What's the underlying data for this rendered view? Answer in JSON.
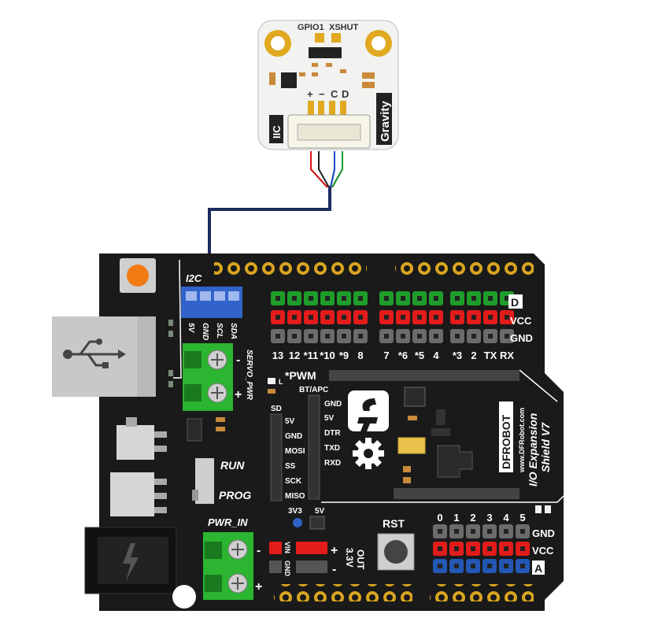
{
  "sensor": {
    "pad_gpio": "GPIO1",
    "pad_xshut": "XSHUT",
    "pin_plus": "+",
    "pin_minus": "−",
    "pin_c": "C",
    "pin_d": "D",
    "side_left": "IIC",
    "side_right": "Gravity"
  },
  "shield": {
    "i2c_title": "I2C",
    "i2c_pins": [
      "5V",
      "GND",
      "SCL",
      "SDA"
    ],
    "servo_pwr": "SERVO_PWR",
    "servo_minus": "-",
    "servo_plus": "+",
    "row_d": "D",
    "row_vcc": "VCC",
    "row_gnd": "GND",
    "digital_numbers": [
      "13",
      "12",
      "*11",
      "*10",
      "*9",
      "8",
      "7",
      "*6",
      "*5",
      "4",
      "*3",
      "2",
      "TX",
      "RX"
    ],
    "pwm_note": "*PWM",
    "led_l": "L",
    "bt_apc": "BT/APC",
    "bt_pins": [
      "GND",
      "5V",
      "DTR",
      "TXD",
      "RXD"
    ],
    "sd": "SD",
    "sd_pins": [
      "5V",
      "GND",
      "MOSI",
      "SS",
      "SCK",
      "MISO"
    ],
    "brand_logo": "DFROBOT",
    "brand_url": "www.DFRobot.com",
    "product_line1": "I/O Expansion",
    "product_line2": "Shield V7",
    "run": "RUN",
    "prog": "PROG",
    "pwr_in": "PWR_IN",
    "pwr_minus": "-",
    "pwr_plus": "+",
    "vin": "VIN",
    "gnd": "GND",
    "v33": "3V3",
    "v5": "5V",
    "out_plus": "+",
    "out_minus": "-",
    "out_33v": "3.3V",
    "out_label": "OUT",
    "rst": "RST",
    "analog_numbers": [
      "0",
      "1",
      "2",
      "3",
      "4",
      "5"
    ],
    "analog_gnd": "GND",
    "analog_vcc": "VCC",
    "analog_a": "A"
  },
  "colors": {
    "board": "#1a1a1a",
    "header_green": "#1f9d2a",
    "header_red": "#e21b1b",
    "header_gray": "#6b6b6b",
    "header_blue": "#2357b5",
    "terminal_green": "#2bb531",
    "sensor_pcb": "#f2f2f0",
    "cable": "#1d2a5e"
  }
}
